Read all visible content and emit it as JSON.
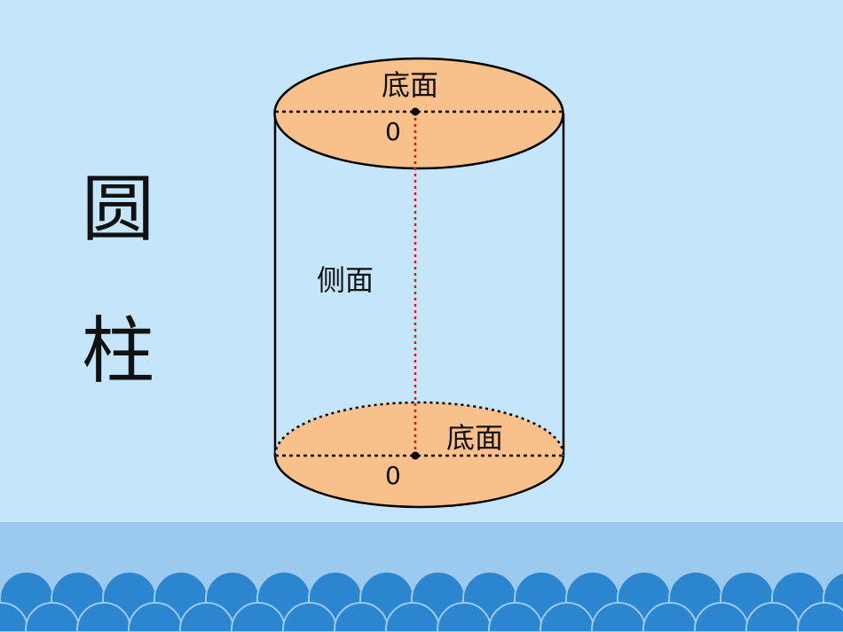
{
  "title": {
    "char1": "圆",
    "char2": "柱"
  },
  "labels": {
    "top_face": "底面",
    "top_center": "0",
    "side_face": "侧面",
    "bottom_face": "底面",
    "bottom_center": "0"
  },
  "colors": {
    "background": "#c4e5fa",
    "face_fill": "#f8c08a",
    "outline": "#000000",
    "height_line": "#e8141a",
    "band": "#9cc9ee",
    "waves": "#2c86cf"
  }
}
